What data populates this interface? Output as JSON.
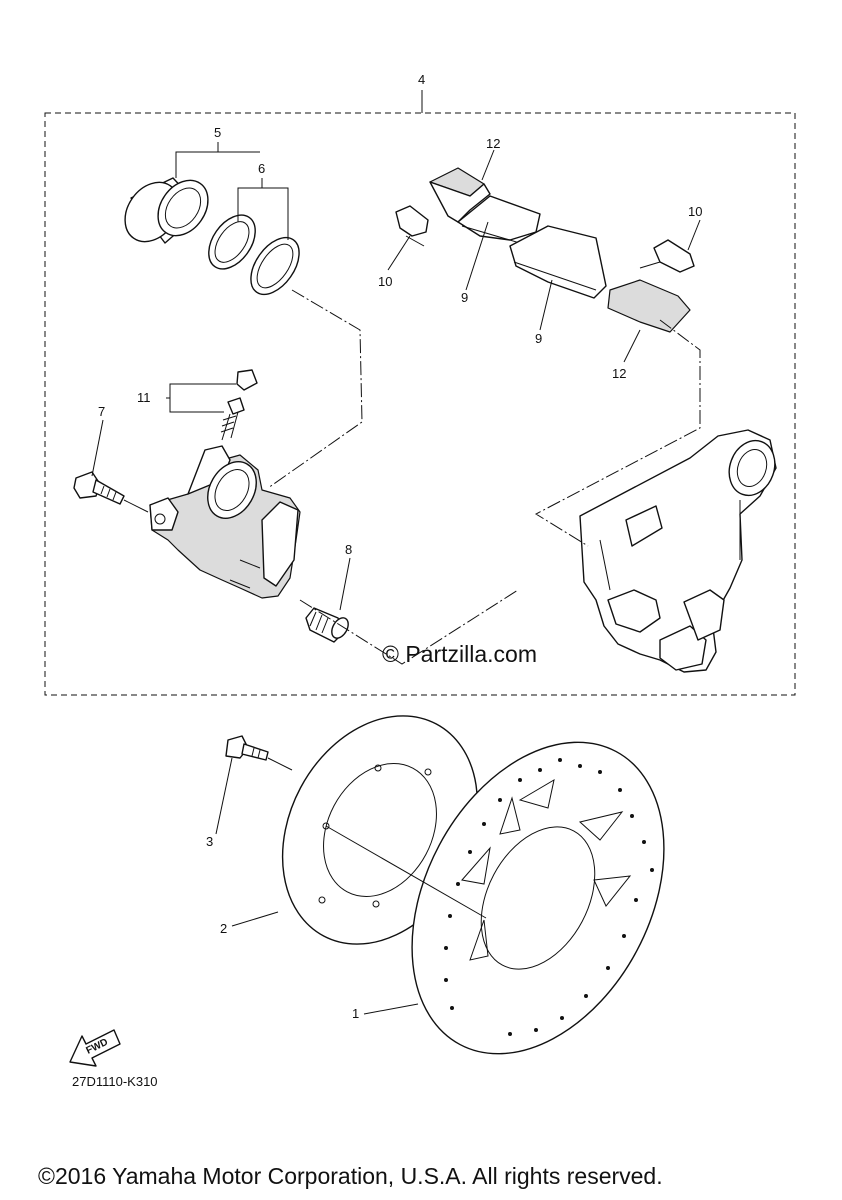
{
  "callouts": [
    {
      "id": "1",
      "label": "1"
    },
    {
      "id": "2",
      "label": "2"
    },
    {
      "id": "3",
      "label": "3"
    },
    {
      "id": "4",
      "label": "4"
    },
    {
      "id": "5",
      "label": "5"
    },
    {
      "id": "6",
      "label": "6"
    },
    {
      "id": "7",
      "label": "7"
    },
    {
      "id": "8",
      "label": "8"
    },
    {
      "id": "9a",
      "label": "9"
    },
    {
      "id": "9b",
      "label": "9"
    },
    {
      "id": "10a",
      "label": "10"
    },
    {
      "id": "10b",
      "label": "10"
    },
    {
      "id": "11",
      "label": "11"
    },
    {
      "id": "12a",
      "label": "12"
    },
    {
      "id": "12b",
      "label": "12"
    }
  ],
  "watermark": "© Partzilla.com",
  "diagram_code": "27D1110-K310",
  "fwd_label": "FWD",
  "copyright": "©2016 Yamaha Motor Corporation, U.S.A. All rights reserved."
}
